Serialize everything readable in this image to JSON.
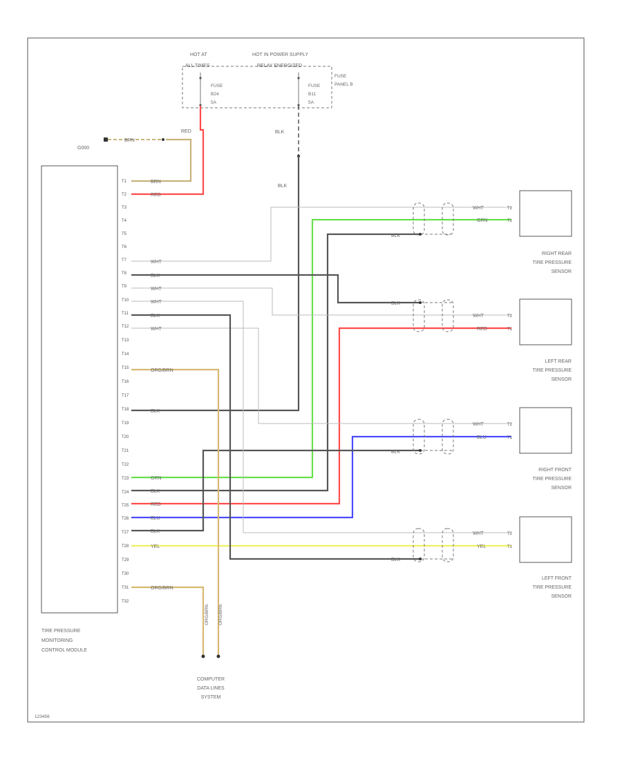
{
  "fuse_box": {
    "hot_at": "HOT AT",
    "all_times": "ALL TIMES",
    "hot_in_power": "HOT IN POWER SUPPLY",
    "relay_energized": "RELAY ENERGIZED",
    "fuse_a_lines": [
      "FUSE",
      "B24",
      "5A"
    ],
    "fuse_b_lines": [
      "FUSE",
      "B11",
      "5A"
    ],
    "panel_lines": [
      "FUSE",
      "PANEL B"
    ]
  },
  "ground_label": "G000",
  "module_lines": [
    "TIRE PRESSURE",
    "MONITORING",
    "CONTROL MODULE"
  ],
  "computer_lines": [
    "COMPUTER",
    "DATA LINES",
    "SYSTEM"
  ],
  "footer_code": "123456",
  "pins": [
    "T1",
    "T2",
    "T3",
    "T4",
    "T5",
    "T6",
    "T7",
    "T8",
    "T9",
    "T10",
    "T11",
    "T12",
    "T13",
    "T14",
    "T15",
    "T16",
    "T17",
    "T18",
    "T19",
    "T20",
    "T21",
    "T22",
    "T23",
    "T24",
    "T25",
    "T26",
    "T27",
    "T28",
    "T29",
    "T30",
    "T31",
    "T32"
  ],
  "wires": {
    "brn": "BRN",
    "red": "RED",
    "blk": "BLK",
    "wht": "WHT",
    "grn": "GRN",
    "blu": "BLU",
    "yel": "YEL",
    "org_brn": "ORG/BRN"
  },
  "sensor_pins": [
    "T2",
    "T1"
  ],
  "sensors": [
    {
      "lines": [
        "RIGHT REAR",
        "TIRE PRESSURE",
        "SENSOR"
      ]
    },
    {
      "lines": [
        "LEFT REAR",
        "TIRE PRESSURE",
        "SENSOR"
      ]
    },
    {
      "lines": [
        "RIGHT FRONT",
        "TIRE PRESSURE",
        "SENSOR"
      ]
    },
    {
      "lines": [
        "LEFT FRONT",
        "TIRE PRESSURE",
        "SENSOR"
      ]
    }
  ],
  "colors": {
    "frame": "#555555",
    "brn": "#c8b27a",
    "red": "#ff4a4a",
    "blk": "#555555",
    "wht": "#bbbbbb",
    "grn": "#66e04a",
    "blu": "#4a4aff",
    "yel": "#f0f060",
    "org_brn": "#d6b870"
  }
}
